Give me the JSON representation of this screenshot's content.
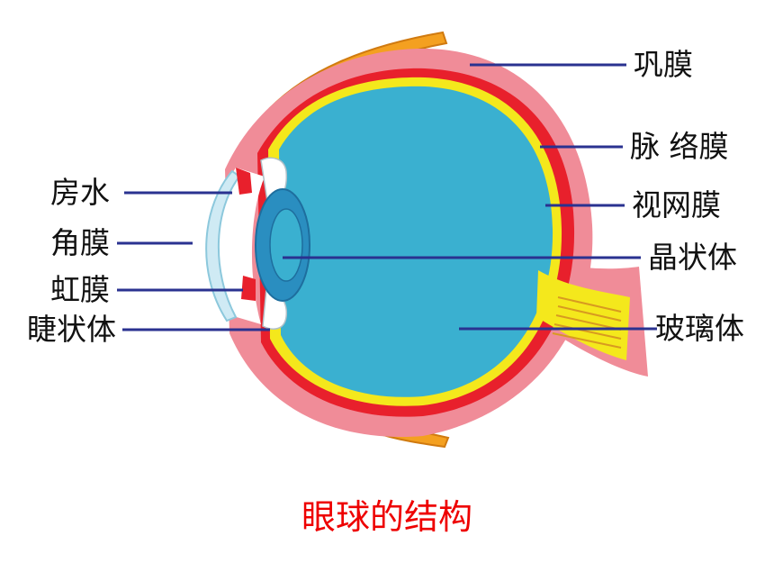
{
  "labels": {
    "sclera": "巩膜",
    "choroid": "脉 络膜",
    "retina": "视网膜",
    "lens": "晶状体",
    "vitreous": "玻璃体",
    "aqueous": "房水",
    "cornea": "角膜",
    "iris": "虹膜",
    "ciliary": "睫状体"
  },
  "caption": "眼球的结构",
  "colors": {
    "sclera": "#f08c98",
    "choroid": "#e8202c",
    "retina": "#f4e81c",
    "vitreous": "#3ab0d0",
    "lens": "#2a8ec0",
    "cornea": "#cfeaf4",
    "muscle": "#f4a020",
    "leader": "#2a3290",
    "caption": "#ee0000"
  }
}
